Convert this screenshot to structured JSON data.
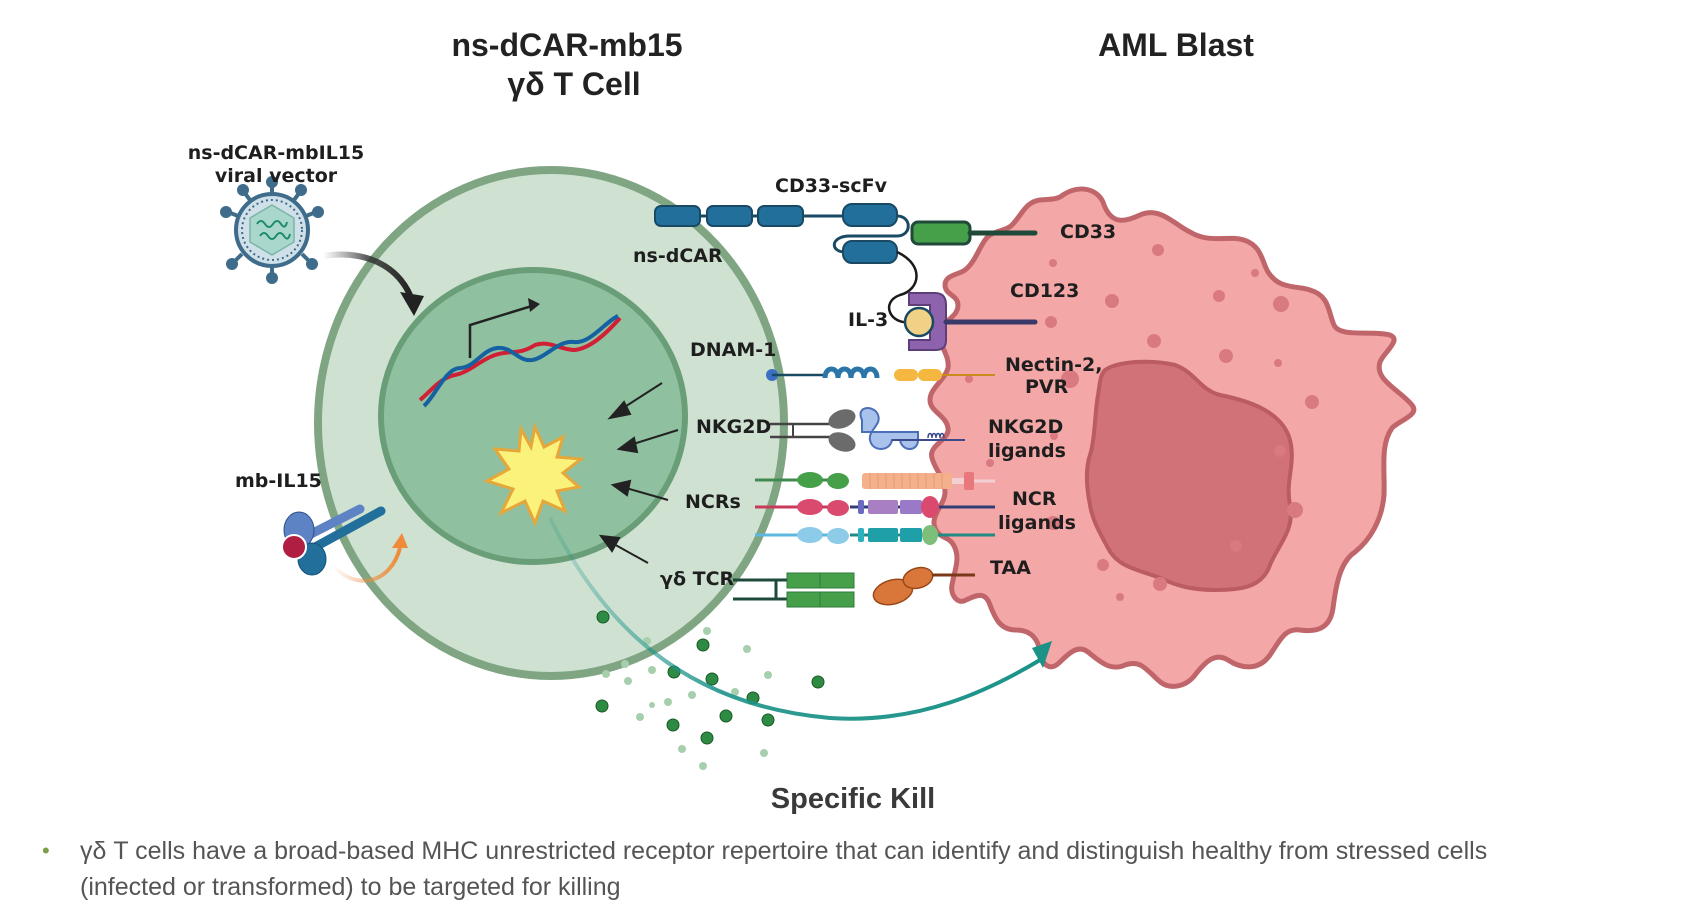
{
  "titles": {
    "t_cell_line1": "ns-dCAR-mb15",
    "t_cell_line2": "γδ T Cell",
    "target_cell": "AML Blast"
  },
  "labels": {
    "viral_vector_line1": "ns-dCAR-mbIL15",
    "viral_vector_line2": "viral vector",
    "mb_il15": "mb-IL15",
    "ns_dcar": "ns-dCAR",
    "cd33_scfv": "CD33-scFv",
    "cd33": "CD33",
    "cd123": "CD123",
    "il3": "IL-3",
    "dnam1": "DNAM-1",
    "nectin_line1": "Nectin-2,",
    "nectin_line2": "PVR",
    "nkg2d": "NKG2D",
    "nkg2d_ligands_line1": "NKG2D",
    "nkg2d_ligands_line2": "ligands",
    "ncrs": "NCRs",
    "ncr_ligands_line1": "NCR",
    "ncr_ligands_line2": "ligands",
    "gd_tcr": "γδ TCR",
    "taa": "TAA",
    "specific_kill": "Specific Kill"
  },
  "colors": {
    "t_cell_fill": "#cfe2d2",
    "t_cell_stroke": "#7fa583",
    "nucleus_fill": "#8fc09f",
    "nucleus_stroke": "#6a9e78",
    "aml_fill": "#f4a7a7",
    "aml_stroke": "#c0666b",
    "aml_nucleus": "#d07276",
    "scfv_blue": "#236f9c",
    "cd33_green": "#46a04a",
    "il3_purple": "#8e63ad",
    "il3_yellow": "#f0d185",
    "kill_arrow": "#1b9288",
    "granule_dark": "#2e8b43",
    "granule_light": "#a7cfae",
    "bullet": "#7aa04a"
  },
  "bullets": [
    "γδ T cells have a broad-based MHC unrestricted receptor repertoire that can identify and distinguish healthy from stressed cells (infected or transformed) to be targeted for killing"
  ]
}
